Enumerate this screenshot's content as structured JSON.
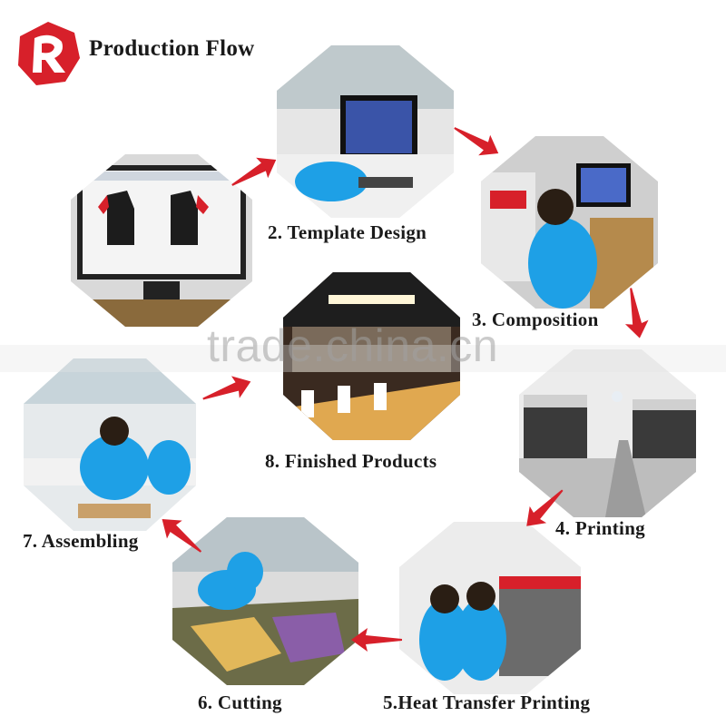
{
  "header": {
    "title": "Production Flow",
    "logo_icon": "red-brand-logo"
  },
  "colors": {
    "accent": "#d7202a",
    "shirt_blue": "#1ea0e6",
    "text": "#1a1a1a"
  },
  "steps": [
    {
      "label": "2. Template Design",
      "icon": "computer-workstation"
    },
    {
      "label": "3. Composition",
      "icon": "design-operator"
    },
    {
      "label": "4. Printing",
      "icon": "printer-row"
    },
    {
      "label": "5.Heat Transfer Printing",
      "icon": "heat-press"
    },
    {
      "label": "6. Cutting",
      "icon": "cutting-table"
    },
    {
      "label": "7. Assembling",
      "icon": "sewing-line"
    },
    {
      "label": "8. Finished Products",
      "icon": "showroom"
    },
    {
      "label": "",
      "icon": "jersey-template-monitor"
    }
  ],
  "watermark": "trade.china.cn"
}
